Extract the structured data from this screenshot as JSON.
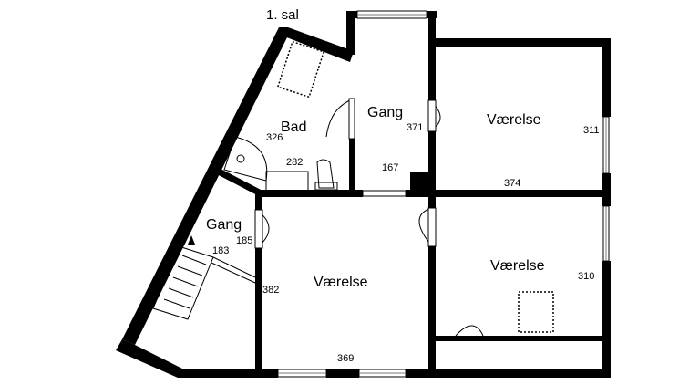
{
  "title": "1. sal",
  "rooms": {
    "bad": "Bad",
    "gang_top": "Gang",
    "gang_left": "Gang",
    "vaerelse_top_right": "Værelse",
    "vaerelse_center": "Værelse",
    "vaerelse_bottom_right": "Værelse"
  },
  "dimensions": {
    "bad_326": "326",
    "bad_282": "282",
    "gang_371": "371",
    "gang_167": "167",
    "vaerelse_311": "311",
    "vaerelse_374": "374",
    "gang_185": "185",
    "gang_183": "183",
    "vaerelse_382": "382",
    "vaerelse_369": "369",
    "vaerelse_310": "310"
  },
  "colors": {
    "wall": "#000000",
    "background": "#ffffff",
    "window_line": "#777777"
  }
}
